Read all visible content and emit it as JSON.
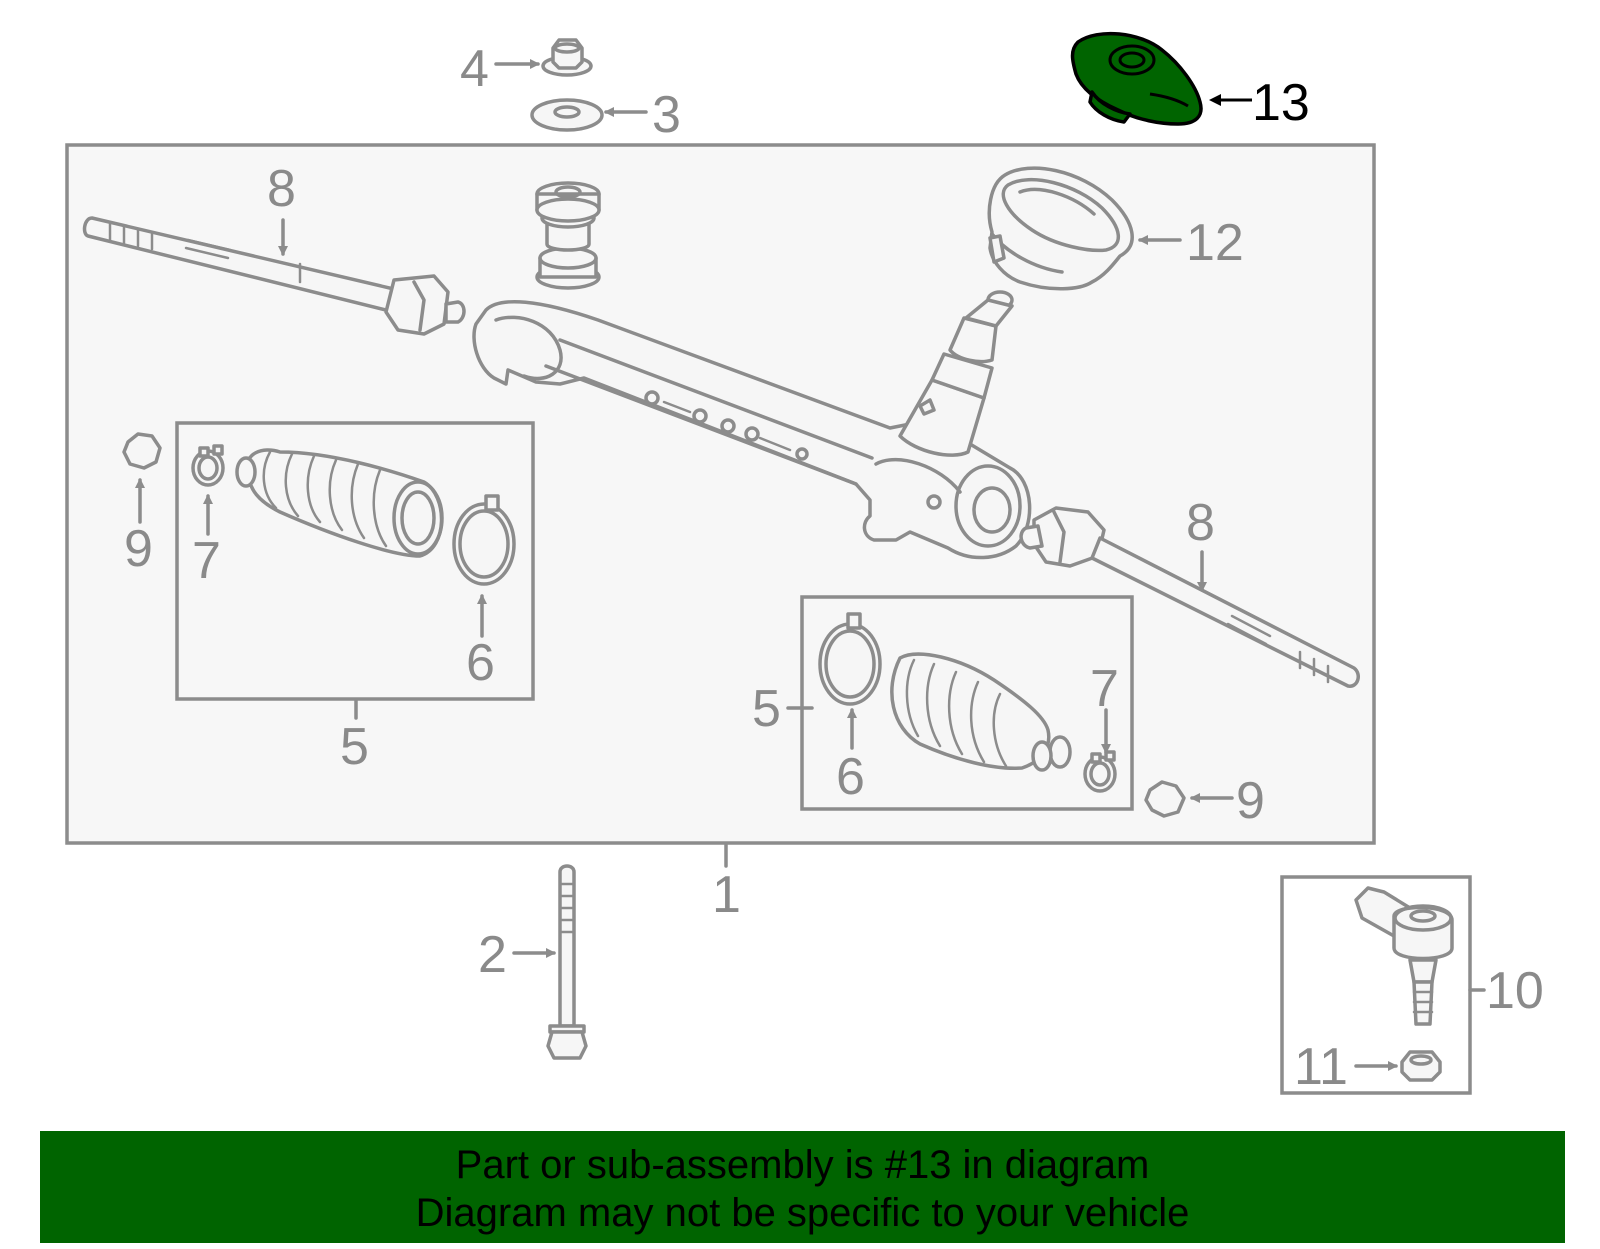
{
  "diagram": {
    "highlight_color": "#006400",
    "callouts": {
      "c1": "1",
      "c2": "2",
      "c3": "3",
      "c4": "4",
      "c5_left": "5",
      "c5_right": "5",
      "c6_left": "6",
      "c6_right": "6",
      "c7_left": "7",
      "c7_right": "7",
      "c8_left": "8",
      "c8_right": "8",
      "c9_left": "9",
      "c9_right": "9",
      "c10": "10",
      "c11": "11",
      "c12": "12",
      "c13": "13"
    }
  },
  "banner": {
    "line1": "Part or sub-assembly is #13 in diagram",
    "line2": "Diagram may not be specific to your vehicle",
    "background": "#006400"
  }
}
